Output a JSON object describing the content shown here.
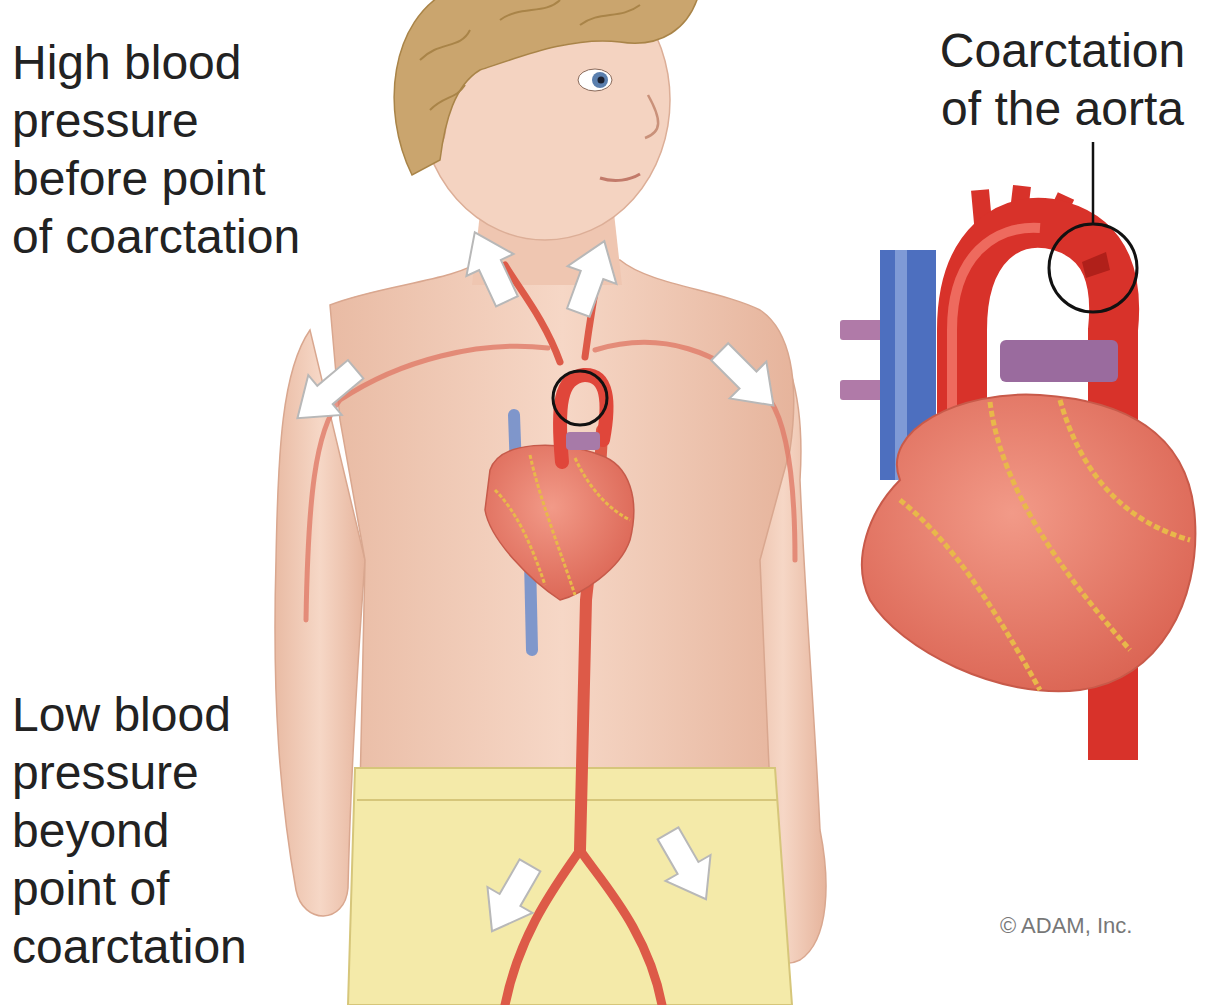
{
  "diagram": {
    "labels": [
      "High blood pressure before point of coarctation",
      "Coarctation of the aorta",
      "Low blood pressure beyond point of coarctation",
      "© ADAM, Inc."
    ]
  }
}
